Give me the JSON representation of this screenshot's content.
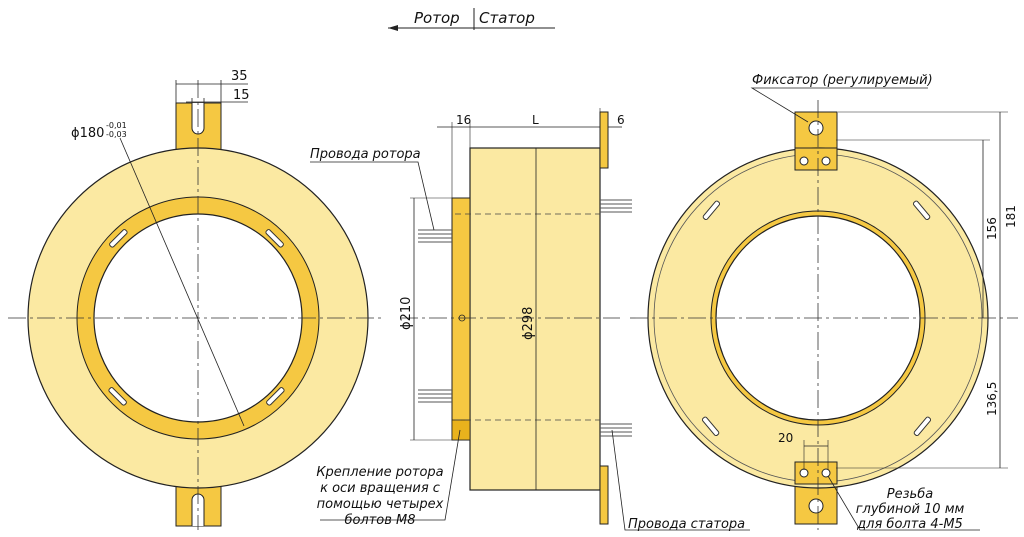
{
  "header": {
    "rotor_label": "Ротор",
    "stator_label": "Статор"
  },
  "left_view": {
    "dim_35": "35",
    "dim_15": "15",
    "diameter": "ϕ180",
    "tol_upper": "-0,01",
    "tol_lower": "-0,03"
  },
  "middle_view": {
    "dim_16": "16",
    "dim_L": "L",
    "dim_6": "6",
    "rotor_wires": "Провода ротора",
    "diameter_210": "ϕ210",
    "diameter_298": "ϕ298",
    "mount_note": [
      "Крепление ротора",
      "к оси вращения с",
      "помощью четырех",
      "болтов М8"
    ],
    "stator_wires": "Провода статора"
  },
  "right_view": {
    "fixator": "Фиксатор (регулируемый)",
    "dim_181": "181",
    "dim_156": "156",
    "dim_136_5": "136,5",
    "dim_20": "20",
    "thread_note": [
      "Резьба",
      "глубиной 10 мм",
      "для болта 4-М5"
    ]
  },
  "colors": {
    "ring_light": "#fbe9a2",
    "ring_medium": "#f5c842",
    "ring_dark": "#e9b21d",
    "line": "#1a1a1a"
  }
}
